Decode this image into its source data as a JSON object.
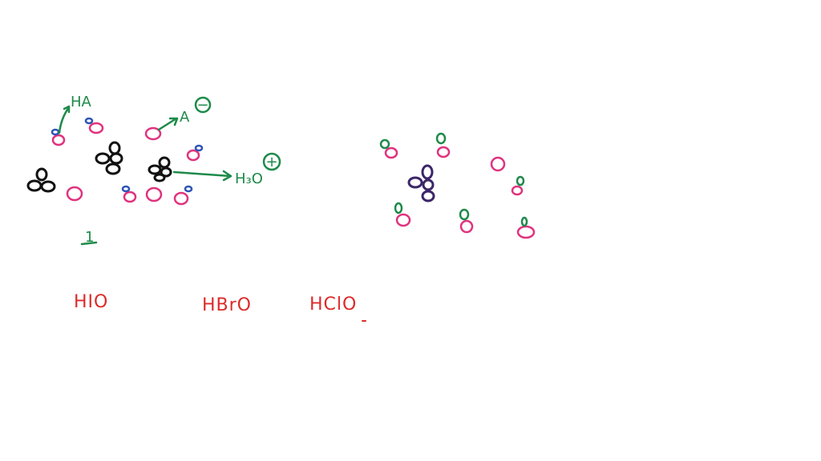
{
  "colors": {
    "hydronium_black": "#111111",
    "hydronium_purple": "#3b2668",
    "water_pink": "#e0337e",
    "acid_blue": "#2f56b5",
    "conjugate_green": "#1e8a4a",
    "formula_red": "#dd2a2a"
  },
  "labels": {
    "ha": "HA",
    "a_minus": "A",
    "minus_sign": "−",
    "h3o": "H₃O",
    "plus_sign": "+",
    "number": "1"
  },
  "formulas": {
    "hio": "HIO",
    "hbro": "HBrO",
    "hclo": "HClO"
  }
}
